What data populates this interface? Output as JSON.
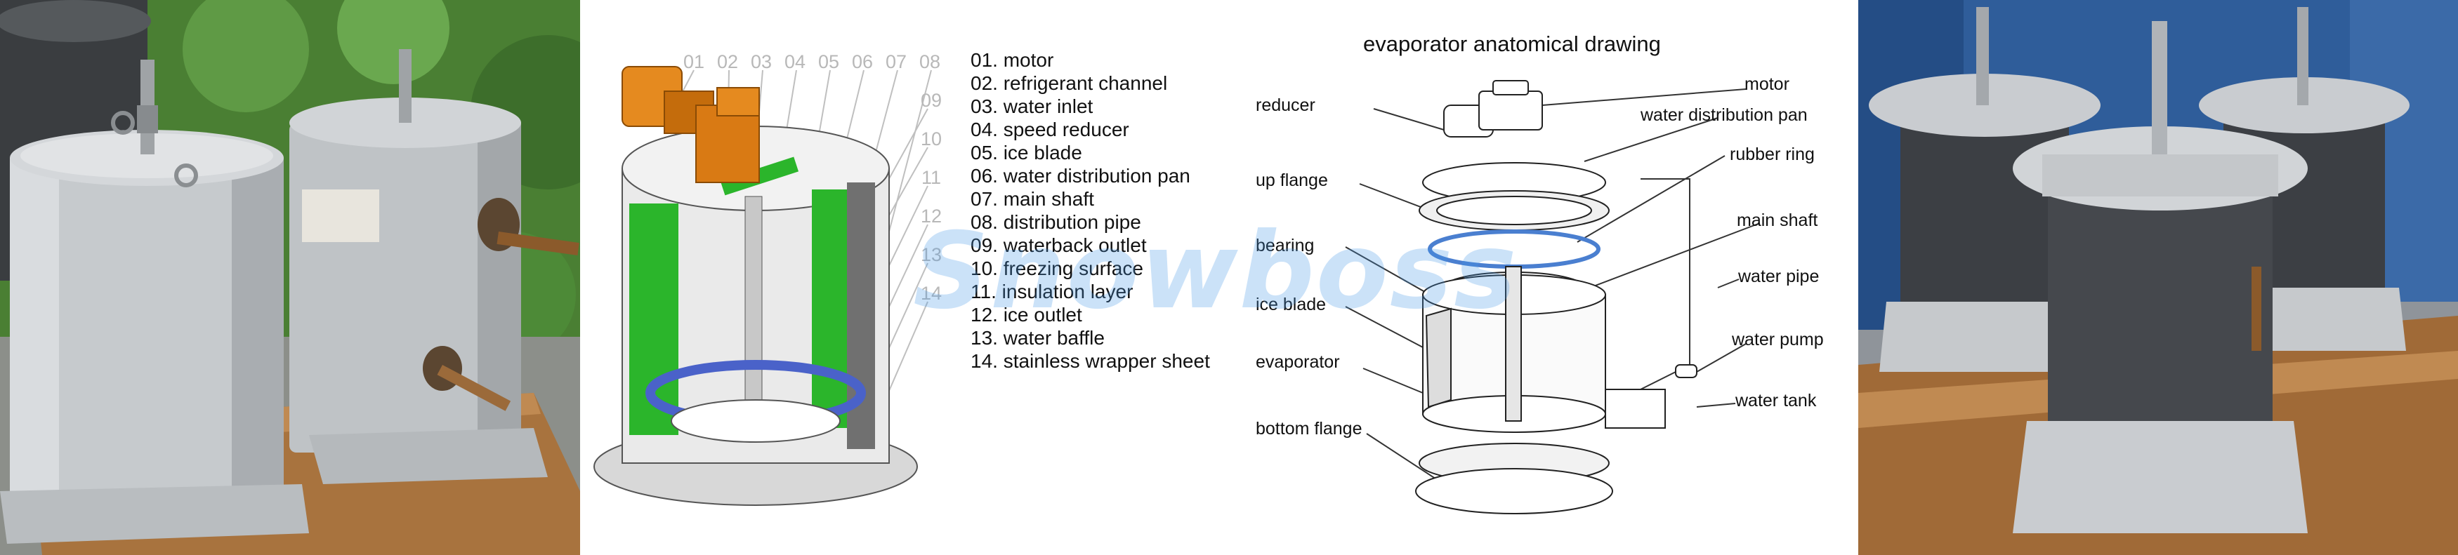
{
  "drawing_numbers": [
    "01",
    "02",
    "03",
    "04",
    "05",
    "06",
    "07",
    "08",
    "09",
    "10",
    "11",
    "12",
    "13",
    "14"
  ],
  "parts_legend": [
    "01. motor",
    "02. refrigerant channel",
    "03. water inlet",
    "04. speed reducer",
    "05. ice blade",
    "06. water distribution pan",
    "07. main shaft",
    "08. distribution pipe",
    "09. waterback outlet",
    "10. freezing surface",
    "11. insulation layer",
    "12. ice outlet",
    "13. water baffle",
    "14. stainless wrapper sheet"
  ],
  "anatomical": {
    "title": "evaporator anatomical drawing",
    "labels": {
      "reducer": "reducer",
      "motor": "motor",
      "water_distribution_pan": "water distribution pan",
      "rubber_ring": "rubber ring",
      "up_flange": "up flange",
      "main_shaft": "main shaft",
      "bearing": "bearing",
      "water_pipe": "water pipe",
      "ice_blade": "ice blade",
      "water_pump": "water pump",
      "evaporator": "evaporator",
      "water_tank": "water tank",
      "bottom_flange": "bottom flange"
    }
  },
  "watermark": "Snowboss",
  "colors": {
    "motor_orange": "#e58a1f",
    "evaporator_green": "#2bb52b",
    "blade_blue": "#4a62c9",
    "photo_housing_grey": "#c9cdd1",
    "photo_wrap_dark": "#4a4d52",
    "pallet_wood": "#b07a45",
    "foliage_green": "#3f7d2c"
  }
}
